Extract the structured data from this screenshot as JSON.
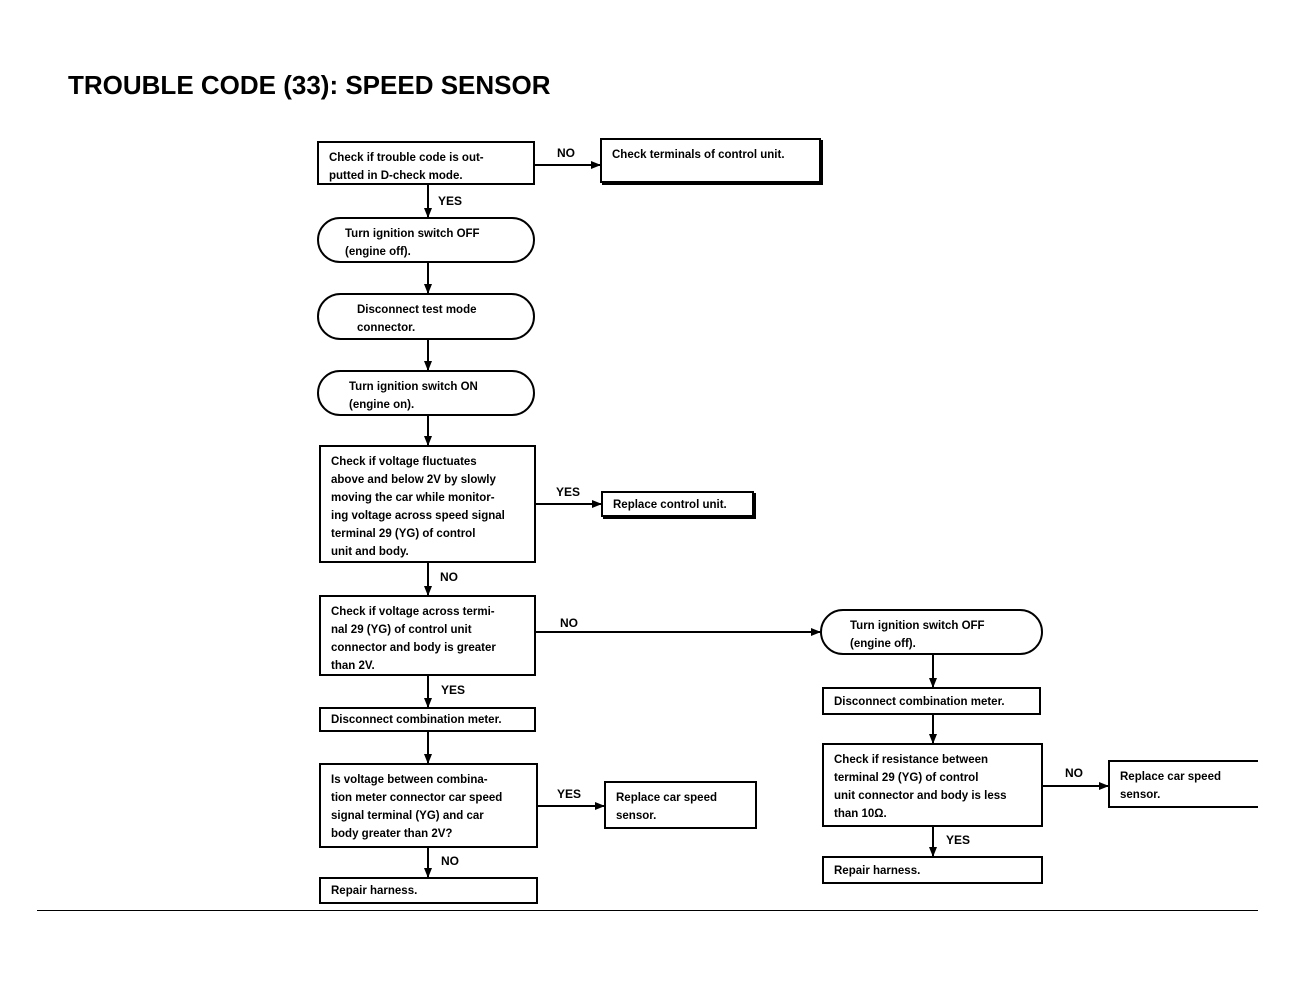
{
  "page": {
    "title": "TROUBLE CODE (33): SPEED SENSOR"
  },
  "nodes": {
    "n1": "Check if trouble code is out-\nputted in D-check mode.",
    "n2": "Check terminals of control unit.",
    "n3": "Turn ignition switch OFF\n(engine off).",
    "n4": "Disconnect test mode\nconnector.",
    "n5": "Turn ignition switch ON\n(engine on).",
    "n6": "Check if voltage fluctuates\nabove and below 2V by slowly\nmoving the car while monitor-\ning voltage across speed signal\nterminal 29 (YG) of control\nunit and body.",
    "n7": "Replace control unit.",
    "n8": "Check if voltage across termi-\nnal 29 (YG) of control unit\nconnector and body is greater\nthan 2V.",
    "n9": "Disconnect combination meter.",
    "n10": "Is voltage between combina-\ntion meter connector car speed\nsignal terminal (YG) and car\nbody greater than 2V?",
    "n11": "Replace car speed\nsensor.",
    "n12": "Repair harness.",
    "n13": "Turn ignition switch OFF\n(engine off).",
    "n14": "Disconnect combination meter.",
    "n15": "Check if resistance between\nterminal 29 (YG) of control\nunit connector and body is less\nthan 10Ω.",
    "n16": "Replace car speed\nsensor.",
    "n17": "Repair harness."
  },
  "edge_labels": {
    "e1": "NO",
    "e2": "YES",
    "e3": "YES",
    "e4": "NO",
    "e5": "NO",
    "e6": "YES",
    "e7": "YES",
    "e8": "NO",
    "e9": "NO",
    "e10": "YES"
  }
}
